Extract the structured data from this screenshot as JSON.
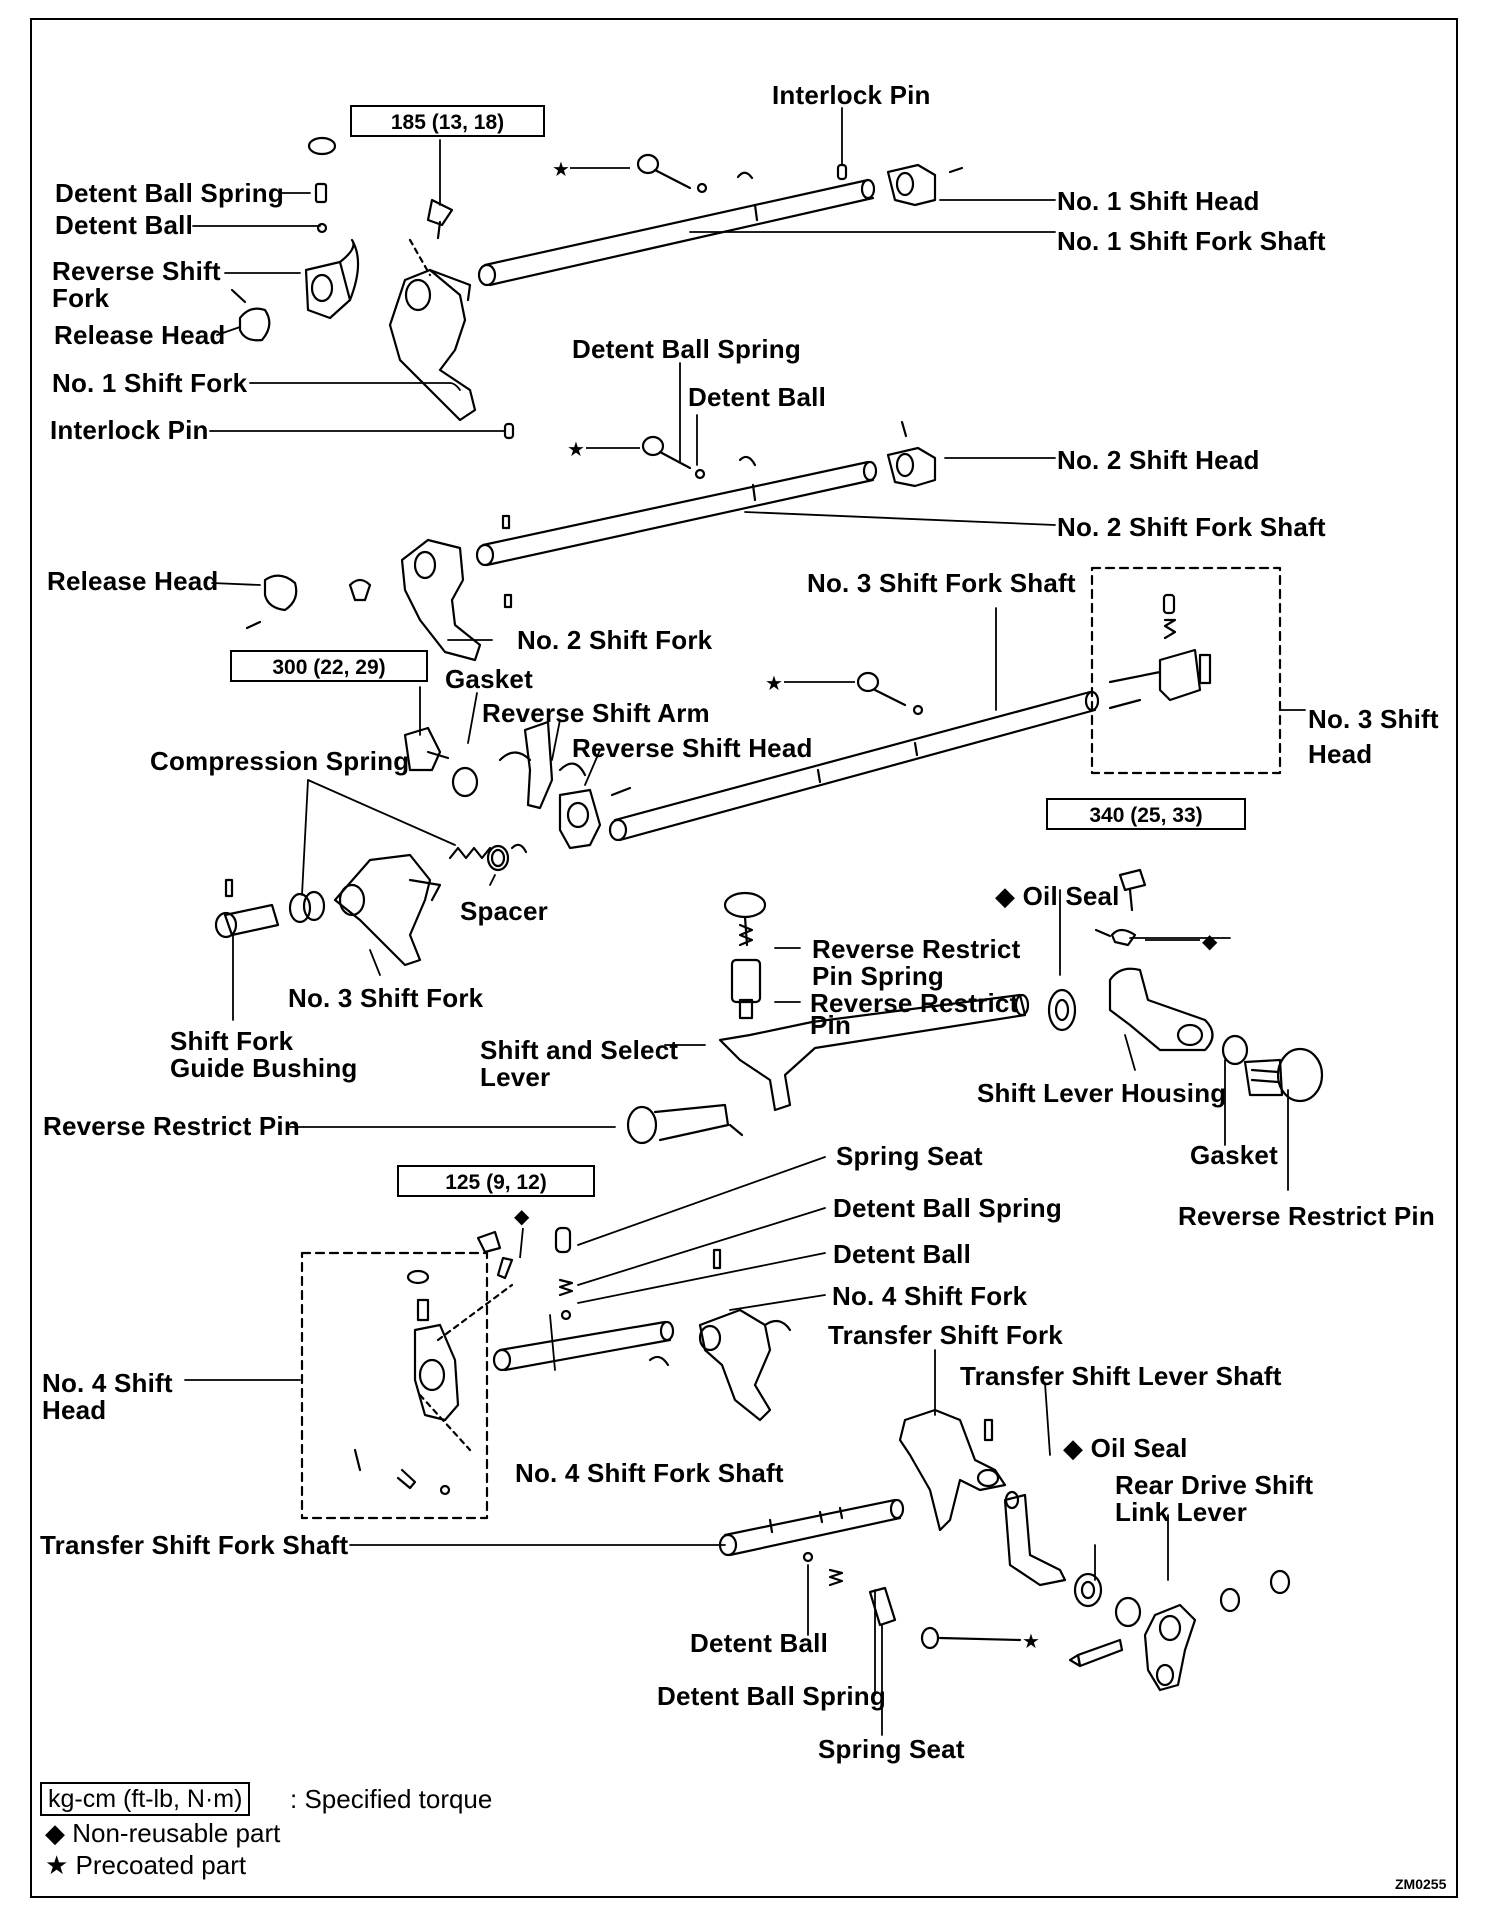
{
  "labels": {
    "interlock_pin_top": "Interlock Pin",
    "torque_185": "185 (13, 18)",
    "detent_ball_spring_1": "Detent Ball Spring",
    "detent_ball_1": "Detent Ball",
    "reverse_shift_fork": "Reverse Shift\nFork",
    "release_head_1": "Release Head",
    "no1_shift_fork": "No. 1 Shift Fork",
    "interlock_pin_left": "Interlock Pin",
    "no1_shift_head": "No. 1 Shift Head",
    "no1_shift_fork_shaft": "No. 1 Shift Fork Shaft",
    "detent_ball_spring_2": "Detent Ball Spring",
    "detent_ball_2": "Detent Ball",
    "no2_shift_head": "No. 2 Shift Head",
    "no2_shift_fork_shaft": "No. 2 Shift Fork Shaft",
    "release_head_2": "Release Head",
    "no2_shift_fork": "No. 2 Shift Fork",
    "no3_shift_fork_shaft": "No. 3 Shift Fork Shaft",
    "no3_shift_head": "No. 3 Shift\nHead",
    "torque_300": "300 (22, 29)",
    "gasket_1": "Gasket",
    "reverse_shift_arm": "Reverse Shift Arm",
    "reverse_shift_head": "Reverse Shift Head",
    "compression_spring": "Compression Spring",
    "spacer": "Spacer",
    "torque_340": "340 (25, 33)",
    "oil_seal_1": "◆ Oil Seal",
    "reverse_restrict_pin_spring": "Reverse Restrict\nPin Spring",
    "reverse_restrict_pin_mid": "Reverse Restrict\nPin",
    "no3_shift_fork": "No. 3 Shift Fork",
    "shift_fork_guide_bushing": "Shift Fork\nGuide Bushing",
    "shift_and_select_lever": "Shift and Select\nLever",
    "shift_lever_housing": "Shift Lever Housing",
    "reverse_restrict_pin_left": "Reverse Restrict Pin",
    "gasket_2": "Gasket",
    "reverse_restrict_pin_right": "Reverse Restrict Pin",
    "torque_125": "125 (9, 12)",
    "spring_seat_1": "Spring Seat",
    "detent_ball_spring_3": "Detent Ball Spring",
    "detent_ball_3": "Detent Ball",
    "no4_shift_fork": "No. 4 Shift Fork",
    "transfer_shift_fork": "Transfer Shift Fork",
    "transfer_shift_lever_shaft": "Transfer Shift Lever Shaft",
    "no4_shift_head": "No. 4 Shift\nHead",
    "oil_seal_2": "◆ Oil Seal",
    "rear_drive_shift_link_lever": "Rear Drive Shift\nLink Lever",
    "no4_shift_fork_shaft": "No. 4 Shift Fork Shaft",
    "transfer_shift_fork_shaft": "Transfer Shift Fork Shaft",
    "detent_ball_4": "Detent Ball",
    "detent_ball_spring_4": "Detent Ball Spring",
    "spring_seat_2": "Spring Seat"
  },
  "legend": {
    "torque_unit": "kg-cm (ft-lb, N·m)",
    "torque_desc": ": Specified torque",
    "non_reusable": "◆ Non-reusable part",
    "precoated": "★ Precoated part"
  },
  "figure_code": "ZM0255"
}
